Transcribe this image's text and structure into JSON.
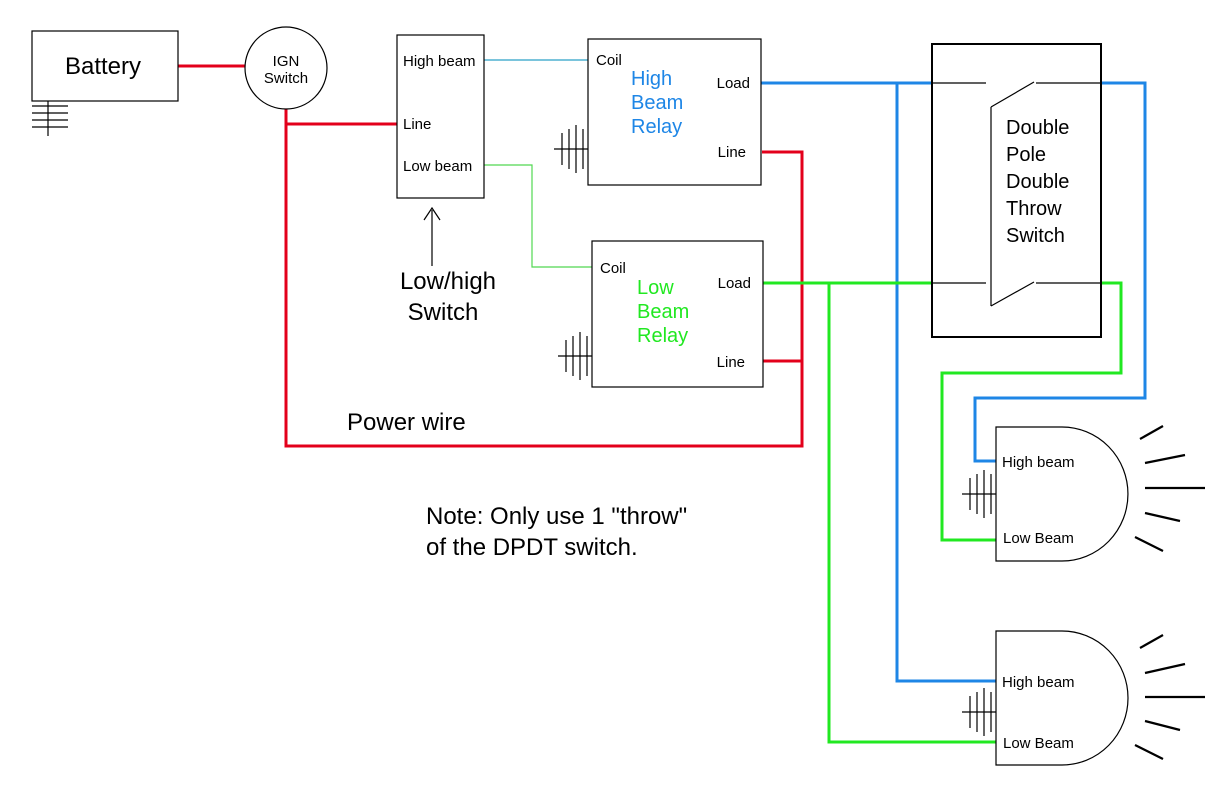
{
  "colors": {
    "power_wire": "#e3001b",
    "high_beam_wire": "#1e86e6",
    "low_beam_wire": "#21e821",
    "high_beam_text": "#1e86e6",
    "low_beam_text": "#21e821"
  },
  "battery": {
    "label": "Battery"
  },
  "ign_switch": {
    "line1": "IGN",
    "line2": "Switch"
  },
  "low_high_switch": {
    "high_beam": "High beam",
    "line": "Line",
    "low_beam": "Low beam",
    "caption_line1": "Low/high",
    "caption_line2": "Switch"
  },
  "high_beam_relay": {
    "coil": "Coil",
    "load": "Load",
    "line": "Line",
    "title_line1": "High",
    "title_line2": "Beam",
    "title_line3": "Relay"
  },
  "low_beam_relay": {
    "coil": "Coil",
    "load": "Load",
    "line": "Line",
    "title_line1": "Low",
    "title_line2": "Beam",
    "title_line3": "Relay"
  },
  "dpdt_switch": {
    "line1": "Double",
    "line2": "Pole",
    "line3": "Double",
    "line4": "Throw",
    "line5": "Switch"
  },
  "power_wire_label": "Power wire",
  "note": {
    "line1": "Note: Only use 1 \"throw\"",
    "line2": "of the DPDT switch."
  },
  "headlight_1": {
    "high_beam": "High beam",
    "low_beam": "Low Beam"
  },
  "headlight_2": {
    "high_beam": "High beam",
    "low_beam": "Low Beam"
  }
}
